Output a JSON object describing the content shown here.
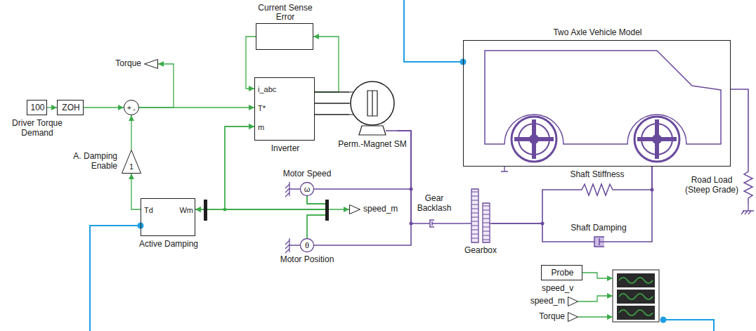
{
  "diagram": {
    "nodes": [
      {
        "text": [
          "Current Sense Error"
        ]
      },
      {
        "text": [
          "Two Axle Vehicle Model"
        ]
      },
      {
        "text": [
          "Torque"
        ]
      },
      {
        "text": [
          "100",
          "Driver Torque Demand"
        ]
      },
      {
        "text": [
          "ZOH"
        ]
      },
      {
        "text": [
          "+",
          "-"
        ]
      },
      {
        "text": [
          "i_abc",
          "T*",
          "m",
          "Inverter"
        ]
      },
      {
        "text": [
          "Perm.-Magnet SM"
        ]
      },
      {
        "text": [
          "1",
          "A. Damping Enable"
        ]
      },
      {
        "text": [
          "ω",
          "Motor Speed"
        ]
      },
      {
        "text": [
          "speed_m"
        ]
      },
      {
        "text": [
          "Td",
          "Wm",
          "Active Damping"
        ]
      },
      {
        "text": [
          "θ",
          "Motor Position"
        ]
      },
      {
        "text": [
          "Gear Backlash"
        ]
      },
      {
        "text": [
          "Gearbox"
        ]
      },
      {
        "text": [
          "Shaft Stiffness"
        ]
      },
      {
        "text": [
          "Shaft Damping"
        ]
      },
      {
        "text": [
          "Road Load (Steep Grade)"
        ]
      },
      {
        "text": [
          "Probe",
          "speed_v"
        ]
      },
      {
        "text": [
          "speed_m"
        ]
      },
      {
        "text": [
          "Torque"
        ]
      }
    ],
    "edges": [
      {
        "from": 3,
        "to": 4,
        "arrow": "to"
      },
      {
        "from": 4,
        "to": 5,
        "arrow": "to"
      },
      {
        "from": 5,
        "to": 2,
        "arrow": "to"
      },
      {
        "from": 5,
        "to": 6,
        "arrow": "to"
      },
      {
        "from": 0,
        "to": 6,
        "arrow": "to"
      },
      {
        "from": 6,
        "to": 0,
        "arrow": "to"
      },
      {
        "from": 6,
        "to": 7,
        "arrow": "none"
      },
      {
        "from": 6,
        "to": 7,
        "arrow": "none"
      },
      {
        "from": 6,
        "to": 7,
        "arrow": "none"
      },
      {
        "from": 11,
        "to": 8,
        "arrow": "to"
      },
      {
        "from": 8,
        "to": 5,
        "arrow": "to"
      },
      {
        "from": 9,
        "to": 11,
        "arrow": "to"
      },
      {
        "from": 12,
        "to": 11,
        "arrow": "to"
      },
      {
        "from": 9,
        "to": 6,
        "arrow": "to"
      },
      {
        "from": 12,
        "to": 6,
        "arrow": "to"
      },
      {
        "from": 9,
        "to": 10,
        "arrow": "to"
      },
      {
        "from": 7,
        "to": 9,
        "arrow": "none"
      },
      {
        "from": 7,
        "to": 12,
        "arrow": "none"
      },
      {
        "from": 7,
        "to": 13,
        "arrow": "none"
      },
      {
        "from": 13,
        "to": 14,
        "arrow": "none"
      },
      {
        "from": 14,
        "to": 15,
        "arrow": "none"
      },
      {
        "from": 14,
        "to": 16,
        "arrow": "none"
      },
      {
        "from": 15,
        "to": 1,
        "arrow": "none"
      },
      {
        "from": 16,
        "to": 1,
        "arrow": "none"
      },
      {
        "from": 1,
        "to": 17,
        "arrow": "none"
      }
    ]
  }
}
